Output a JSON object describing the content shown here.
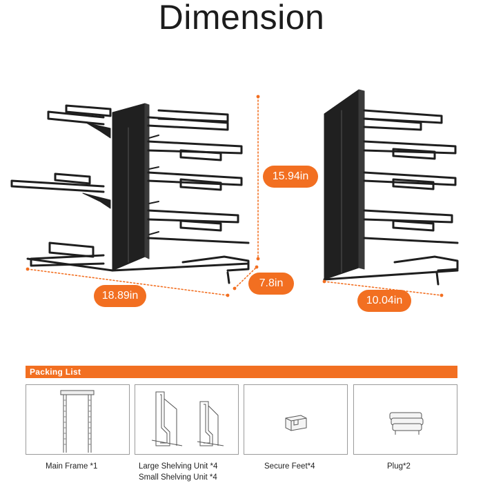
{
  "title": "Dimension",
  "dimensions": {
    "height": "15.94in",
    "depth": "7.8in",
    "width": "18.89in",
    "single_width": "10.04in"
  },
  "colors": {
    "accent": "#f26f21",
    "rack": "#1e1e1e"
  },
  "packing_list": {
    "title": "Packing List",
    "items": [
      {
        "label": "Main Frame *1",
        "icon": "main-frame-icon"
      },
      {
        "label": "Large Shelving Unit *4",
        "label2": "Small Shelving Unit *4",
        "icon": "shelving-unit-icon"
      },
      {
        "label": "Secure Feet*4",
        "icon": "secure-feet-icon"
      },
      {
        "label": "Plug*2",
        "icon": "plug-icon"
      }
    ]
  }
}
